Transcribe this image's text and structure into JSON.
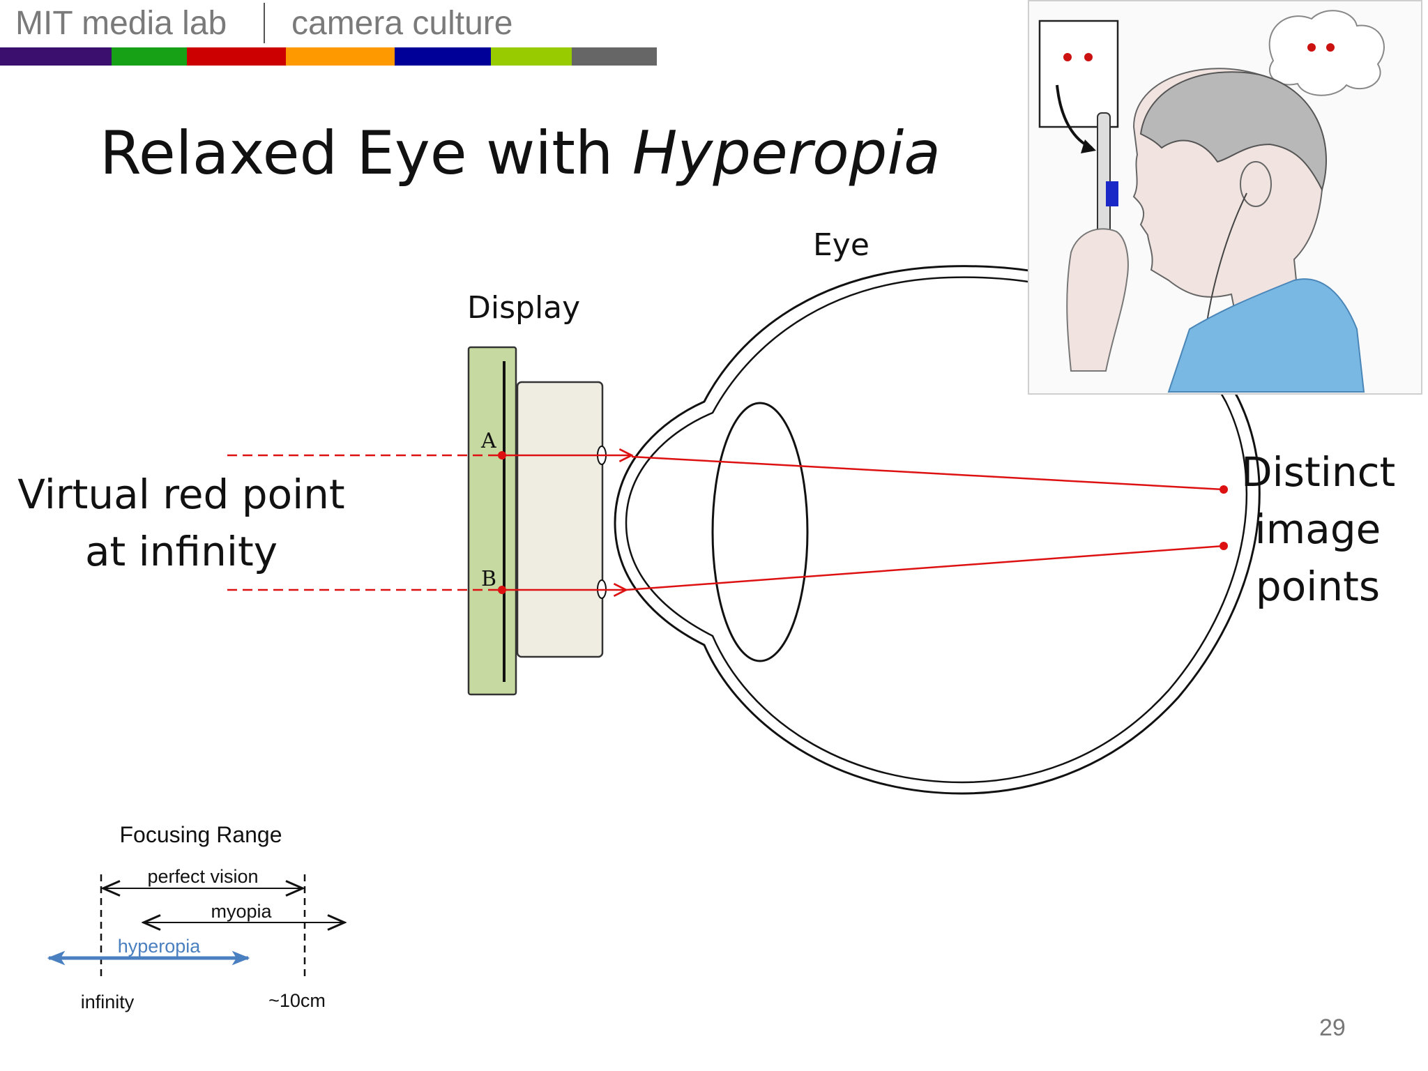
{
  "header": {
    "left": "MIT media lab",
    "right": "camera culture",
    "bar_colors": [
      "#3b0f6e",
      "#17a117",
      "#cc0000",
      "#ff9900",
      "#000099",
      "#99cc00",
      "#666666"
    ]
  },
  "title": {
    "prefix": "Relaxed Eye with ",
    "emphasis": "Hyperopia"
  },
  "labels": {
    "eye": "Eye",
    "display": "Display",
    "point_a": "A",
    "point_b": "B",
    "virtual_line1": "Virtual red point",
    "virtual_line2": "at infinity",
    "distinct_line1": "Distinct",
    "distinct_line2": "image",
    "distinct_line3": "points"
  },
  "focusing_range": {
    "title": "Focusing Range",
    "perfect_vision": "perfect vision",
    "myopia": "myopia",
    "hyperopia": "hyperopia",
    "infinity": "infinity",
    "near": "~10cm"
  },
  "colors": {
    "ray": "#dd1111",
    "display_green": "#c5d9a0",
    "lens_box": "#efece2",
    "hyperopia_blue": "#4a7fc0"
  },
  "page_number": "29"
}
